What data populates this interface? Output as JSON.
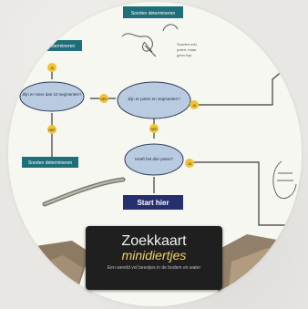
{
  "nodes": {
    "top_box": "Soorten determineren",
    "left_box": "Soorten determineren",
    "left_decision": "Zijn er meer dan 10 segmenten?",
    "center_decision": "Zijn er poten en segmenten?",
    "lower_decision": "Heeft het dier poten?",
    "bottom_left_box": "Soorten determineren",
    "start": "Start hier"
  },
  "edge_labels": {
    "top_yes": "JA",
    "left_no": "NEE",
    "center_right": "JA",
    "center_down": "NEE",
    "lower_right": "JA",
    "mid_left": "NEE"
  },
  "annotation": {
    "l1": "Soorten met",
    "l2": "poten, maar",
    "l3": "geen kop"
  },
  "card": {
    "title": "Zoekkaart",
    "subtitle": "minidiertjes",
    "note": "Een wereld vol beestjes in de bodem en water"
  },
  "colors": {
    "box_teal": "#1f6f7a",
    "decision_blue": "#b9cbe0",
    "start_navy": "#26306e",
    "badge_yellow": "#f1c232",
    "card_dark": "#1f1f1f",
    "card_subtitle": "#f4d36a"
  }
}
